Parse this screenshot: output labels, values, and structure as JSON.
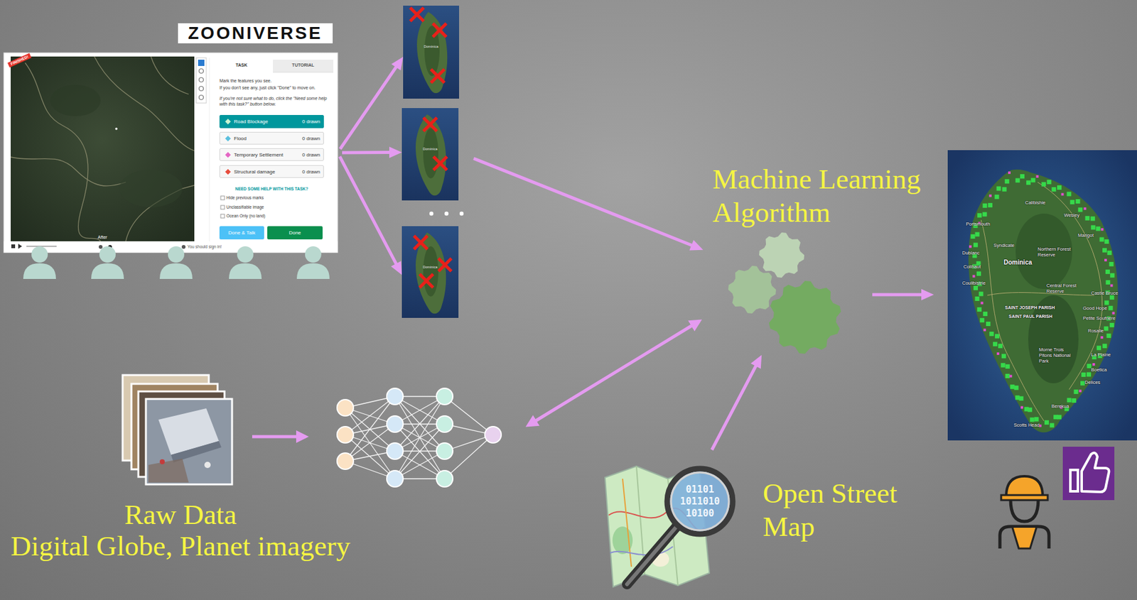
{
  "diagram": {
    "nodes": [
      {
        "text": [
          "ZOONIVERSE"
        ]
      },
      {
        "text": [
          "Road Blockage",
          "0 drawn"
        ],
        "in": 0
      },
      {
        "text": [
          "Flood",
          "0 drawn"
        ],
        "in": 0
      },
      {
        "text": [
          "Temporary Settlement",
          "0 drawn"
        ],
        "in": 0
      },
      {
        "text": [
          "Structural damage",
          "0 drawn"
        ],
        "in": 0
      },
      {
        "text": [
          "Done & Talk"
        ],
        "in": 0
      },
      {
        "text": [
          "Done"
        ],
        "in": 0
      },
      {
        "text": [
          "Dominica"
        ]
      },
      {
        "text": [
          "Dominica"
        ]
      },
      {
        "text": [
          "Dominica"
        ]
      },
      {
        "text": [
          "Machine Learning Algorithm"
        ]
      },
      {
        "text": [
          "Calibishie",
          "Wesley",
          "Portsmouth",
          "Marigot",
          "Syndicate",
          "Dublanc",
          "Northern Forest Reserve",
          "Dominica",
          "Colihaut",
          "Coulibistrie",
          "Central Forest Reserve",
          "Castle Bruce",
          "SAINT JOSEPH PARISH",
          "Good Hope",
          "SAINT PAUL PARISH",
          "Petite Soufriere",
          "Rosalie",
          "Morne Trois Pitons National Park",
          "La Plaine",
          "Boetica",
          "Delices",
          "Berekua",
          "Scotts Head"
        ]
      },
      {
        "text": [
          "Raw Data",
          "Digital Globe, Planet imagery"
        ]
      },
      {
        "text": [
          "Open Street Map"
        ]
      }
    ],
    "edges": [
      {
        "from": 0,
        "to": 7,
        "arrow": "to"
      },
      {
        "from": 0,
        "to": 8,
        "arrow": "to"
      },
      {
        "from": 0,
        "to": 9,
        "arrow": "to"
      },
      {
        "from": 8,
        "to": 10,
        "arrow": "to"
      },
      {
        "from": 13,
        "to": 10,
        "arrow": "to"
      },
      {
        "from": 10,
        "to": 11,
        "arrow": "to"
      }
    ],
    "labels": [
      "FINISHED!",
      "TASK",
      "TUTORIAL",
      "Mark the features you see.",
      "If you don't see any, just click \"Done\" to move on.",
      "If you're not sure what to do, click the \"Need some help with this task?\" button below.",
      "NEED SOME HELP WITH THIS TASK?",
      "Hide previous marks",
      "Unclassifiable image",
      "Ocean Only (no land)",
      "After",
      "You should sign in!",
      "01101",
      "1011010",
      "10100"
    ]
  }
}
